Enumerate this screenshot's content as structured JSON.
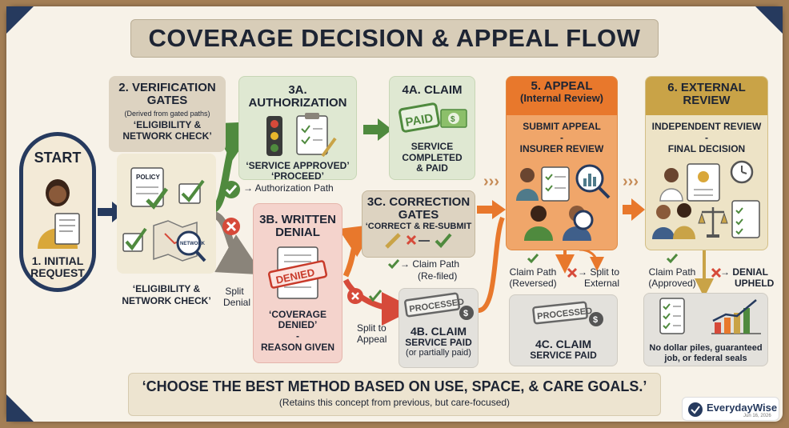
{
  "title": "COVERAGE DECISION & APPEAL FLOW",
  "start": {
    "heading": "START",
    "label_line1": "1. INITIAL",
    "label_line2": "REQUEST"
  },
  "verification": {
    "heading_line1": "2. VERIFICATION",
    "heading_line2": "GATES",
    "subtitle": "(Derived from gated paths)",
    "check_line1": "‘ELIGIBILITY &",
    "check_line2": "NETWORK CHECK’",
    "bottom_line1": "‘ELIGIBILITY &",
    "bottom_line2": "NETWORK CHECK’",
    "policy_label": "POLICY",
    "map_label": "NETWORK"
  },
  "authorization": {
    "heading": "3A. AUTHORIZATION",
    "quote_line1": "‘SERVICE APPROVED’",
    "quote_line2": "‘PROCEED’",
    "path_label": "→ Authorization Path"
  },
  "claim_a": {
    "heading": "4A. CLAIM",
    "stamp": "PAID",
    "line1": "SERVICE",
    "line2": "COMPLETED",
    "line3": "& PAID"
  },
  "denial": {
    "heading_line1": "3B. WRITTEN",
    "heading_line2": "DENIAL",
    "stamp": "DENIED",
    "line1": "‘COVERAGE",
    "line2": "DENIED’",
    "line3": "-",
    "line4": "REASON GIVEN",
    "split_line1": "Split",
    "split_line2": "Denial"
  },
  "correction": {
    "heading_line1": "3C. CORRECTION",
    "heading_line2": "GATES",
    "subtitle": "‘CORRECT & RE-SUBMIT",
    "path_line1": "→ Claim Path",
    "path_line2": "(Re-filed)"
  },
  "claim_b": {
    "stamp": "PROCESSED",
    "heading": "4B. CLAIM",
    "line1": "SERVICE PAID",
    "line2": "(or partially paid)",
    "split_line1": "Split to",
    "split_line2": "Appeal"
  },
  "appeal": {
    "heading_line1": "5. APPEAL",
    "heading_line2": "(Internal Review)",
    "line1": "SUBMIT APPEAL",
    "line2": "-",
    "line3": "INSURER REVIEW",
    "path_line1": "Claim Path",
    "path_line2": "(Reversed)",
    "split_line1": "→ Split to",
    "split_line2": "External"
  },
  "claim_c": {
    "stamp": "PROCESSED",
    "heading": "4C. CLAIM",
    "line1": "SERVICE PAID"
  },
  "external": {
    "heading_line1": "6. EXTERNAL",
    "heading_line2": "REVIEW",
    "line1": "INDEPENDENT REVIEW",
    "line2": "-",
    "line3": "FINAL DECISION",
    "path_line1": "Claim Path",
    "path_line2": "(Approved)",
    "upheld_line1": "→ DENIAL",
    "upheld_line2": "UPHELD",
    "note_line1": "No dollar piles, guaranteed",
    "note_line2": "job, or federal seals"
  },
  "footer": {
    "main": "‘CHOOSE THE BEST METHOD BASED ON USE, SPACE, & CARE GOALS.’",
    "sub": "(Retains this concept from previous, but care-focused)"
  },
  "brand": {
    "name": "EverydayWise",
    "date": "Jun 16, 2026"
  },
  "colors": {
    "navy": "#263a5e",
    "green": "#4f8a3e",
    "red": "#d64a3a",
    "orange": "#e8782c",
    "gold": "#c9a347",
    "grey": "#8a847a"
  }
}
